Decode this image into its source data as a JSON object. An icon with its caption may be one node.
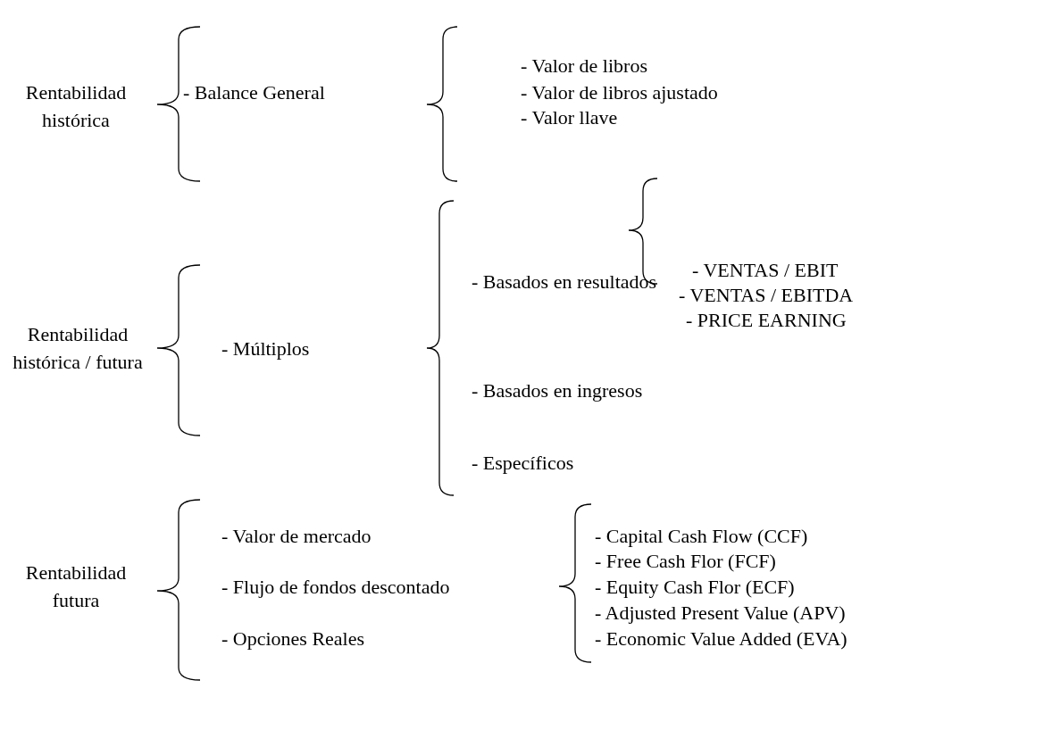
{
  "diagram": {
    "labels": [
      "Rentabilidad histórica",
      "- Balance General",
      "- Valor de libros",
      "- Valor de libros ajustado",
      "- Valor llave",
      "Rentabilidad histórica / futura",
      "- Múltiplos",
      "- Basados en resultados",
      "- VENTAS / EBIT",
      "- VENTAS / EBITDA",
      "- PRICE EARNING",
      "- Basados en ingresos",
      "- Específicos",
      "Rentabilidad futura",
      "- Valor de mercado",
      "- Flujo de fondos descontado",
      "- Opciones Reales",
      "- Capital Cash Flow (CCF)",
      "- Free Cash Flor (FCF)",
      "- Equity Cash Flor (ECF)",
      "- Adjusted Present Value (APV)",
      "- Economic Value Added (EVA)"
    ]
  }
}
